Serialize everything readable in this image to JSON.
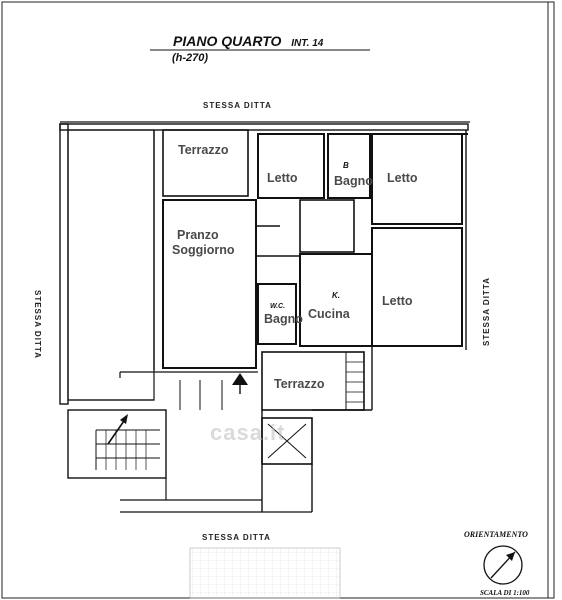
{
  "title": {
    "main": "PIANO QUARTO",
    "unit": "INT. 14",
    "height": "(h-270)"
  },
  "neighbors": {
    "top": "STESSA DITTA",
    "bottom": "STESSA DITTA",
    "left": "STESSA DITTA",
    "right": "STESSA DITTA"
  },
  "rooms": {
    "terrazzo_top": "Terrazzo",
    "letto_1": "Letto",
    "bagno_1_tag": "B",
    "bagno_1": "Bagno",
    "letto_2": "Letto",
    "pranzo": "Pranzo",
    "soggiorno": "Soggiorno",
    "wc_tag": "W.C.",
    "bagno_2": "Bagno",
    "cucina_tag": "K.",
    "cucina": "Cucina",
    "letto_3": "Letto",
    "terrazzo_bottom": "Terrazzo"
  },
  "legend": {
    "orientation": "ORIENTAMENTO",
    "scale": "SCALA DI 1:100"
  },
  "watermark": "casa.it"
}
